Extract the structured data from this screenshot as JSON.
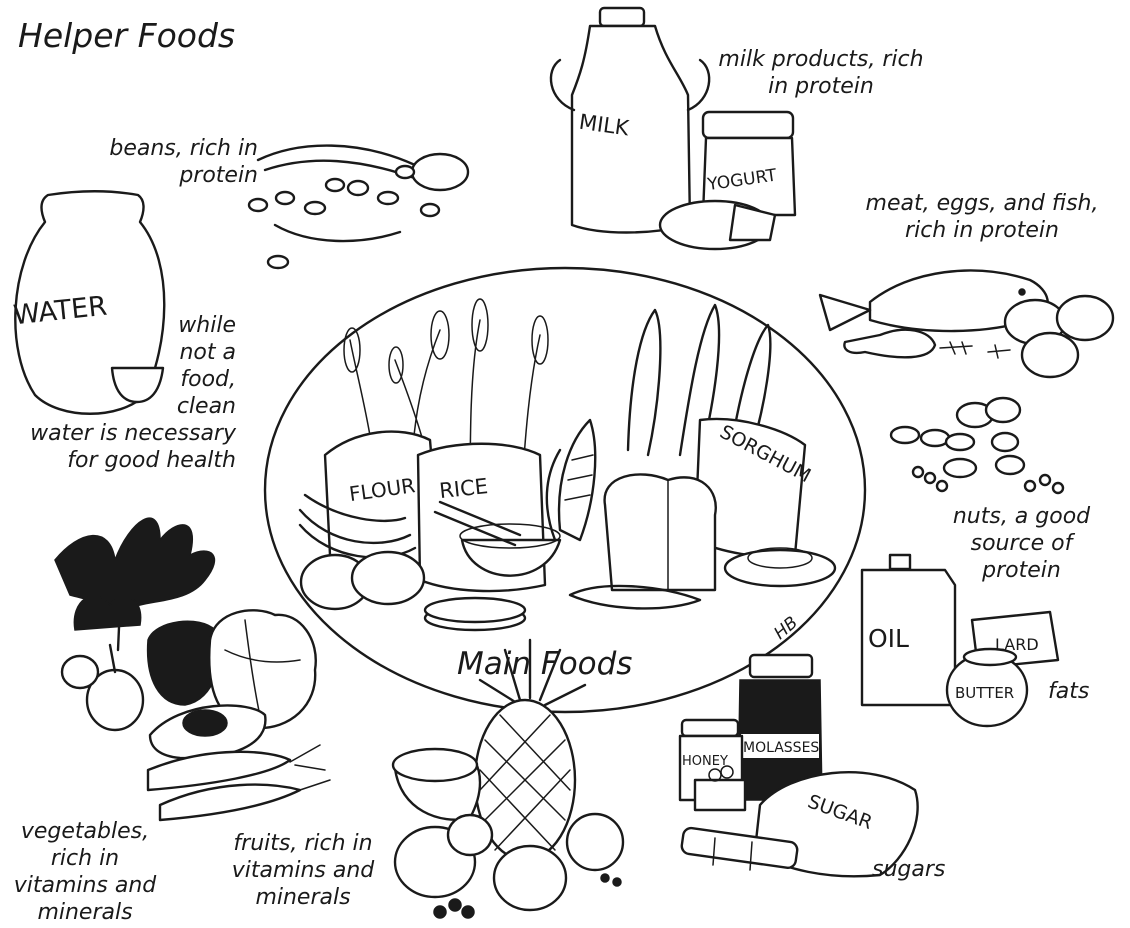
{
  "title": "Helper Foods",
  "center_label": "Main Foods",
  "artist_initials": "HB",
  "captions": {
    "milk": "milk products, rich\nin protein",
    "beans": "beans, rich in\nprotein",
    "meat": "meat, eggs, and fish,\nrich in protein",
    "water": "while\nnot a\nfood,\nclean\nwater is necessary\nfor good health",
    "nuts": "nuts, a good\nsource of\nprotein",
    "fats": "fats",
    "sugars": "sugars",
    "fruits": "fruits, rich in\nvitamins and\nminerals",
    "vegetables": "vegetables,\nrich in\nvitamins and\nminerals"
  },
  "labels": {
    "milk": "MILK",
    "yogurt": "YOGURT",
    "water": "WATER",
    "flour": "FLOUR",
    "rice": "RICE",
    "sorghum": "SORGHUM",
    "oil": "OIL",
    "lard": "LARD",
    "butter": "BUTTER",
    "honey": "HONEY",
    "molasses": "MOLASSES",
    "sugar": "SUGAR"
  }
}
